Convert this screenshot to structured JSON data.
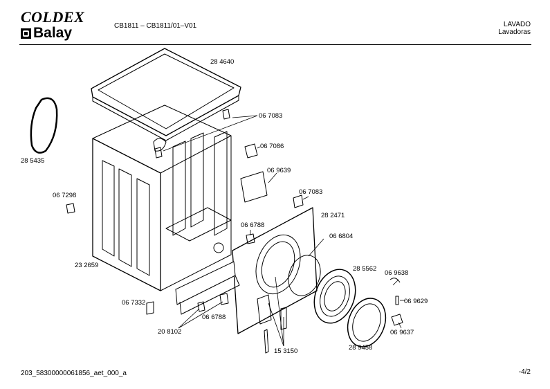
{
  "header": {
    "brand_primary": "COLDEX",
    "brand_secondary": "Balay",
    "model": "CB1811 – CB1811/01–V01",
    "category": "LAVADO",
    "subcategory": "Lavadoras"
  },
  "footer": {
    "document_id": "203_58300000061856_aet_000_a",
    "page": "-4/2"
  },
  "parts": [
    {
      "id": "p1",
      "label": "28 4640"
    },
    {
      "id": "p2",
      "label": "06 7083"
    },
    {
      "id": "p3",
      "label": "06 7086"
    },
    {
      "id": "p4",
      "label": "28 5435"
    },
    {
      "id": "p5",
      "label": "06 9639"
    },
    {
      "id": "p6",
      "label": "06 7083"
    },
    {
      "id": "p7",
      "label": "06 7298"
    },
    {
      "id": "p8",
      "label": "28 2471"
    },
    {
      "id": "p9",
      "label": "06 6788"
    },
    {
      "id": "p10",
      "label": "06 6804"
    },
    {
      "id": "p11",
      "label": "23 2659"
    },
    {
      "id": "p12",
      "label": "28 5562"
    },
    {
      "id": "p13",
      "label": "06 9638"
    },
    {
      "id": "p14",
      "label": "06 7332"
    },
    {
      "id": "p15",
      "label": "06 9629"
    },
    {
      "id": "p16",
      "label": "06 6788"
    },
    {
      "id": "p17",
      "label": "06 9637"
    },
    {
      "id": "p18",
      "label": "20 8102"
    },
    {
      "id": "p19",
      "label": "28 9458"
    },
    {
      "id": "p20",
      "label": "15 3150"
    }
  ]
}
